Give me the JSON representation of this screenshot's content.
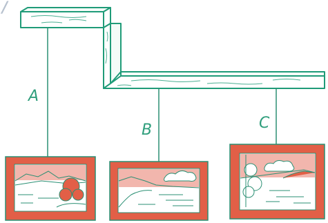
{
  "diagram": {
    "corner_mark": "/",
    "labels": {
      "a": "A",
      "b": "B",
      "c": "C"
    },
    "colors": {
      "beam_stroke": "#1f9b78",
      "frame_fill": "#e25f47",
      "frame_stroke": "#2a8f73",
      "sky_fill": "#f2b6ad",
      "label": "#2f9e7c",
      "mark": "#b8c2cf"
    }
  }
}
